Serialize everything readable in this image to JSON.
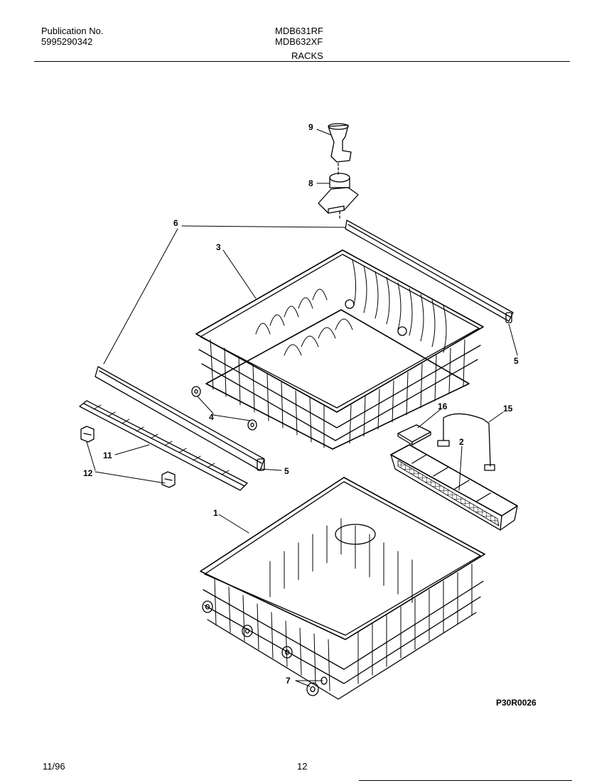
{
  "header": {
    "publication_label": "Publication No.",
    "publication_number": "5995290342",
    "model_1": "MDB631RF",
    "model_2": "MDB632XF",
    "section": "RACKS"
  },
  "callouts": {
    "c9": "9",
    "c8": "8",
    "c6": "6",
    "c3": "3",
    "c5a": "5",
    "c5b": "5",
    "c4": "4",
    "c16": "16",
    "c15": "15",
    "c2": "2",
    "c11": "11",
    "c12": "12",
    "c1": "1",
    "c7": "7"
  },
  "drawing_id": "P30R0026",
  "footer": {
    "date": "11/96",
    "page": "12"
  }
}
